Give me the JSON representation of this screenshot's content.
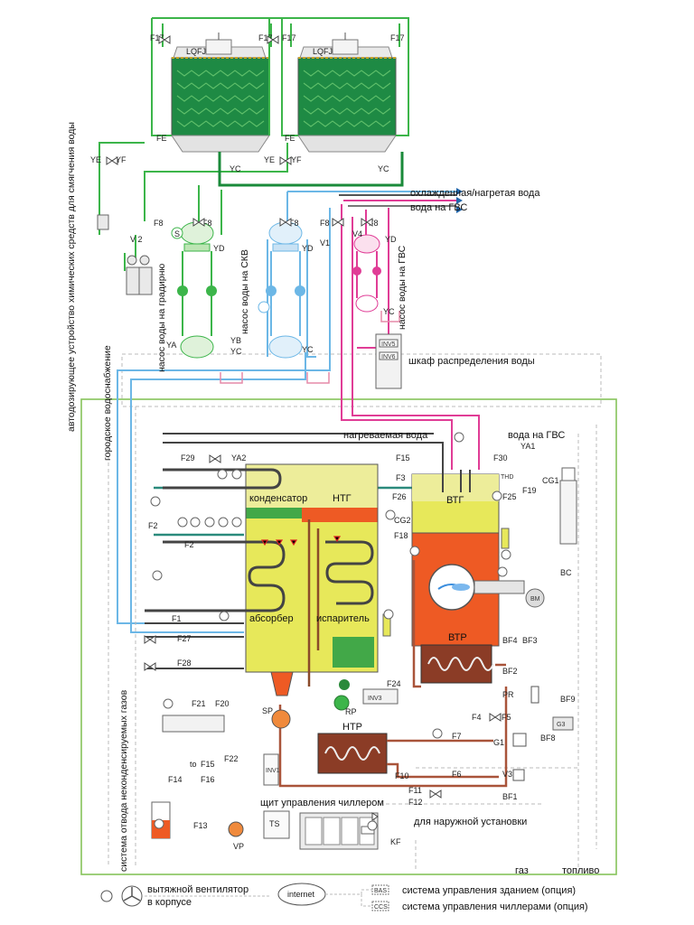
{
  "labels": {
    "chilled_hot_water": "охлажденная/нагретая вода",
    "dhw_water": "вода на ГВС",
    "water_cabinet": "шкаф распределения воды",
    "heated_water": "нагреваемая вода",
    "dhw_water_right": "вода на ГВС",
    "condenser": "конденсатор",
    "ltg": "НТГ",
    "htg": "ВТГ",
    "absorber": "абсорбер",
    "evaporator": "испаритель",
    "htr": "ВТР",
    "ltr": "НТР",
    "chiller_panel": "щит управления чиллером",
    "outdoor": "для наружной установки",
    "gas": "газ",
    "fuel": "топливо",
    "exhaust_fan_line1": "вытяжной вентилятор",
    "exhaust_fan_line2": "в корпусе",
    "internet": "internet",
    "bas_label": "система управления зданием (опция)",
    "ccs_label": "система управления чиллерами (опция)",
    "bas": "BAS",
    "ccs": "CCS"
  },
  "vertical_labels": {
    "chem_dosing": "автодозирующее устройство химических средств для смягчения воды",
    "city_water": "городское водоснабжение",
    "noncond_gas": "система отвода неконденсируемых газов",
    "pump_tower": "насос воды на градирню",
    "pump_chw": "насос воды на СКВ",
    "pump_dhw": "насос воды на ГВС"
  },
  "tags": {
    "f17": "F17",
    "lqfj": "LQFJ",
    "fe": "FE",
    "ye": "YE",
    "yf": "YF",
    "yc": "YC",
    "yd": "YD",
    "yb": "YB",
    "ya": "YA",
    "f8": "F8",
    "v1": "V1",
    "v2": "V 2",
    "v4": "V4",
    "f29": "F29",
    "ya2": "YA2",
    "ya1": "YA1",
    "f15": "F15",
    "f3": "F3",
    "f2": "F2",
    "f1": "F1",
    "f27": "F27",
    "f28": "F28",
    "f26": "F26",
    "f25": "F25",
    "f30": "F30",
    "f19": "F19",
    "f18": "F18",
    "f24": "F24",
    "cg1": "CG1",
    "cg2": "CG2",
    "bc": "BC",
    "bm": "BM",
    "bf4": "BF4",
    "bf3": "BF3",
    "bf2": "BF2",
    "bf1": "BF1",
    "bf9": "BF9",
    "bf8": "BF8",
    "pr": "PR",
    "g1": "G1",
    "g3": "G3",
    "v3": "V3",
    "f4": "F4",
    "f5": "F5",
    "f6": "F6",
    "f7": "F7",
    "f10": "F10",
    "f11": "F11",
    "f12": "F12",
    "inv1": "INV1",
    "inv3": "INV3",
    "inv5": "INV5",
    "inv6": "INV6",
    "rp": "RP",
    "sp": "SP",
    "vp": "VP",
    "kf": "KF",
    "ts": "TS",
    "f20": "F20",
    "f21": "F21",
    "f22": "F22",
    "f13": "F13",
    "f14": "F14",
    "f16": "F16",
    "to": "to",
    "f15b": "F15",
    "thd": "THD",
    "s": "S"
  }
}
